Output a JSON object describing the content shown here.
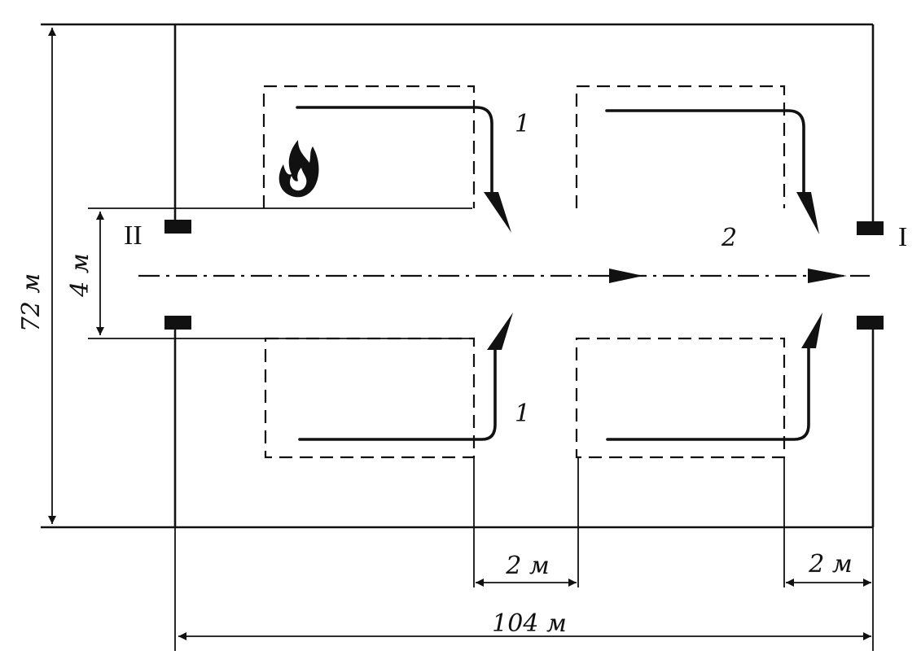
{
  "diagram": {
    "dimensions": {
      "height": "72 м",
      "corridor_width": "4 м",
      "total_length": "104 м",
      "gap_left": "2 м",
      "gap_right": "2 м"
    },
    "labels": {
      "exit_left": "II",
      "exit_right": "I",
      "flow_upper": "1",
      "flow_lower": "1",
      "flow_corridor": "2"
    },
    "icons": {
      "fire": "fire-icon"
    }
  }
}
